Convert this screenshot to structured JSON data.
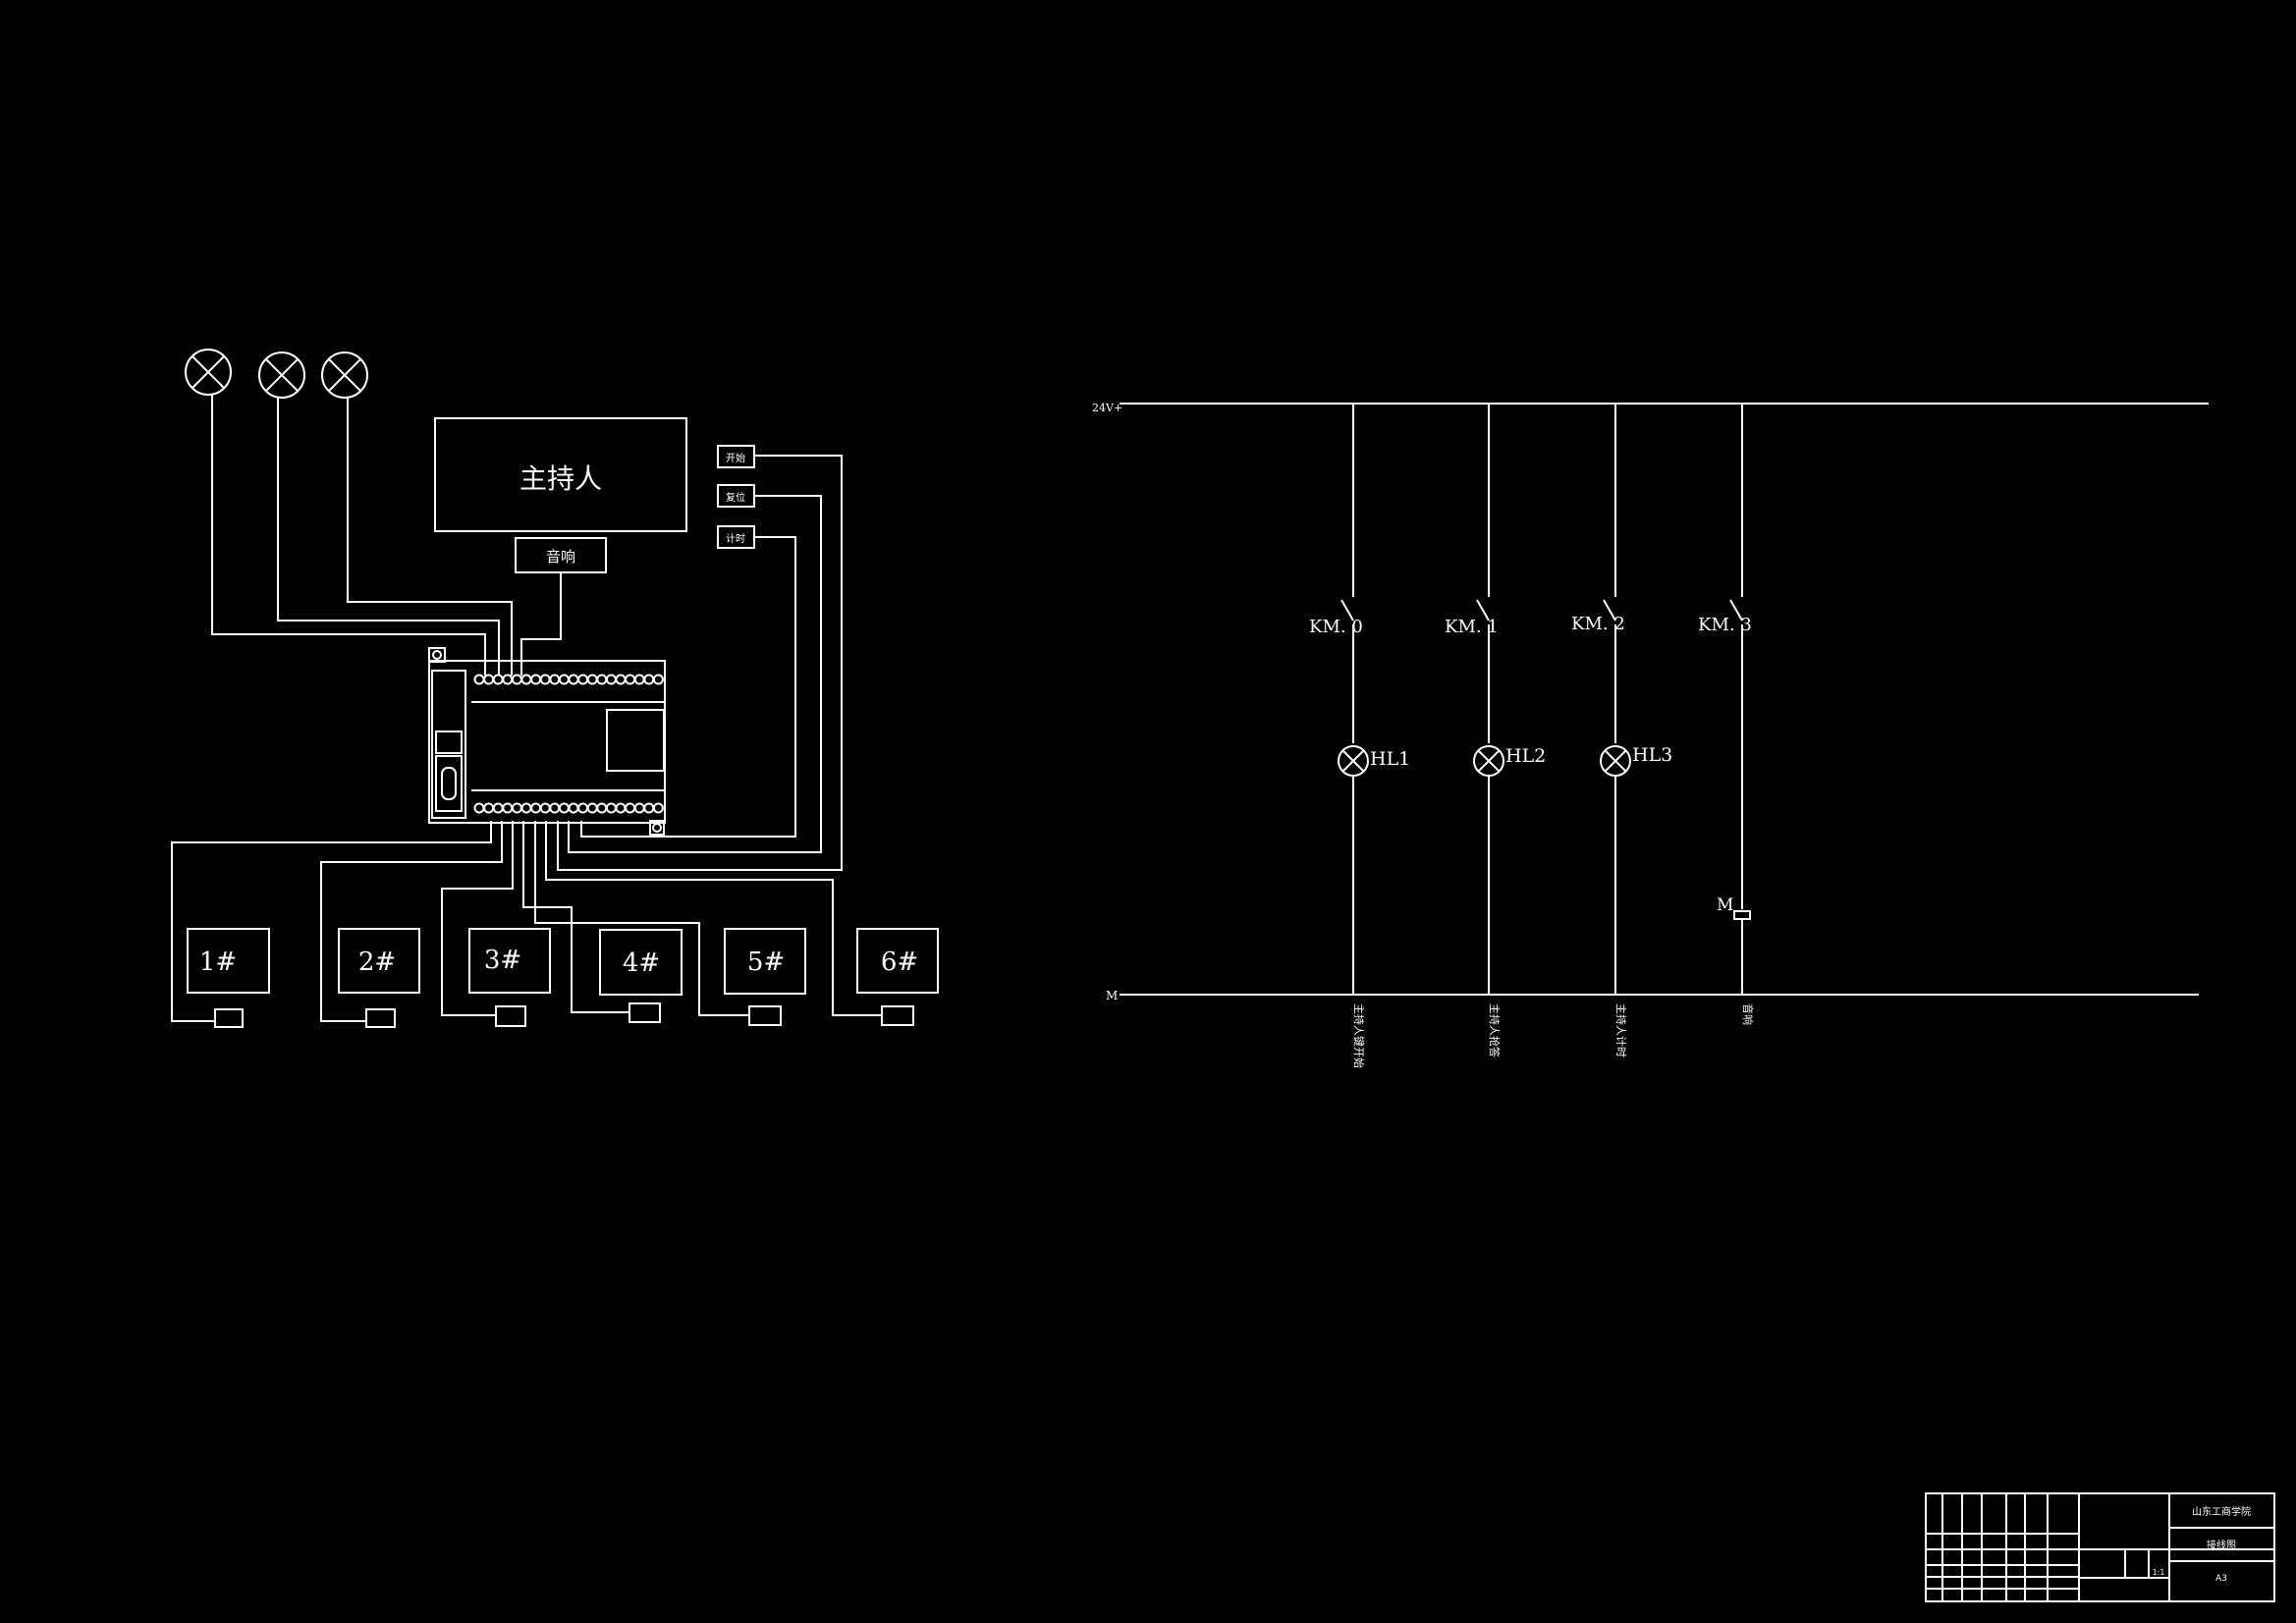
{
  "left_diagram": {
    "host_label": "主持人",
    "speaker_label": "音响",
    "control_buttons": [
      "开始",
      "复位",
      "计时"
    ],
    "stations": [
      "1#",
      "2#",
      "3#",
      "4#",
      "5#",
      "6#"
    ]
  },
  "right_diagram": {
    "bus_top_label": "24V+",
    "bus_bottom_label": "M",
    "contacts": [
      "KM. 0",
      "KM. 1",
      "KM. 2",
      "KM. 3"
    ],
    "lamps": [
      "HL1",
      "HL2",
      "HL3"
    ],
    "motor_label": "M",
    "rung_notes": [
      "主持人键开始",
      "主持人抢答",
      "主持人计时",
      "音响"
    ]
  },
  "title_block": {
    "school": "山东工商学院",
    "drawing_name": "接线图",
    "sheet": "A3",
    "scale": "1:1"
  }
}
